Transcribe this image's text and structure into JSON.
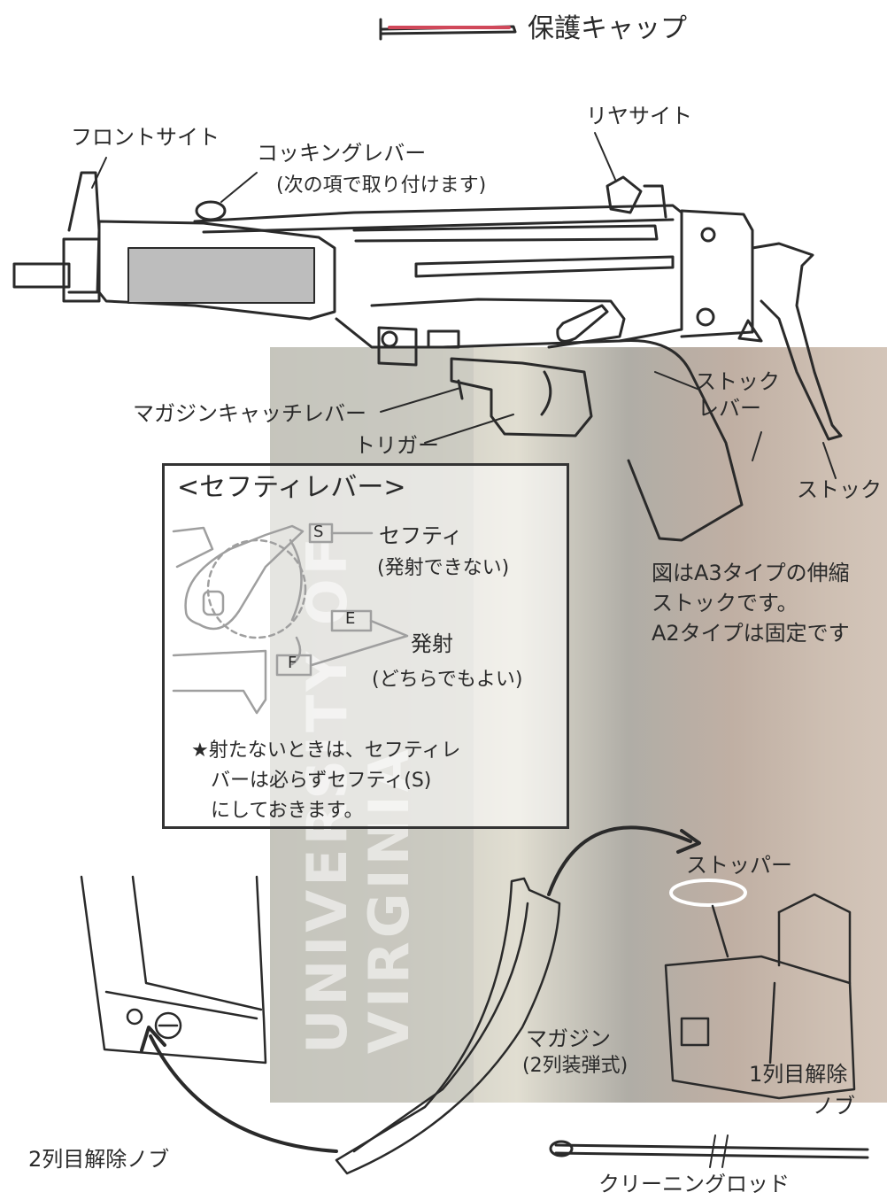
{
  "labels": {
    "protect_cap": "保護キャップ",
    "front_sight": "フロントサイト",
    "cocking_lever": "コッキングレバー",
    "cocking_note": "(次の項で取り付けます)",
    "rear_sight": "リヤサイト",
    "magazine_catch": "マガジンキャッチレバー",
    "trigger": "トリガー",
    "stock_lever_1": "ストック",
    "stock_lever_2": "レバー",
    "stock": "ストック",
    "stock_note_1": "図はA3タイプの伸縮",
    "stock_note_2": "ストックです。",
    "stock_note_3": "A2タイプは固定です",
    "stopper": "ストッパー",
    "magazine_1": "マガジン",
    "magazine_2": "(2列装弾式)",
    "row1_release_1": "1列目解除",
    "row1_release_2": "ノブ",
    "row2_release": "2列目解除ノブ",
    "cleaning_rod": "クリーニングロッド"
  },
  "safety_box": {
    "title": "<セフティレバー>",
    "s_mark": "S",
    "e_mark": "E",
    "f_mark": "F",
    "safe_label": "セフティ",
    "safe_note": "(発射できない)",
    "fire_label": "発射",
    "fire_note": "(どちらでもよい)",
    "warning_1": "★射たないときは、セフティレ",
    "warning_2": "バーは必らずセフティ(S)",
    "warning_3": "にしておきます。"
  },
  "watermark": {
    "line1": "UNIVERSITY OF",
    "line2": "VIRGINIA"
  },
  "colors": {
    "line": "#2a2a2a",
    "cap_red": "#d0485a"
  }
}
